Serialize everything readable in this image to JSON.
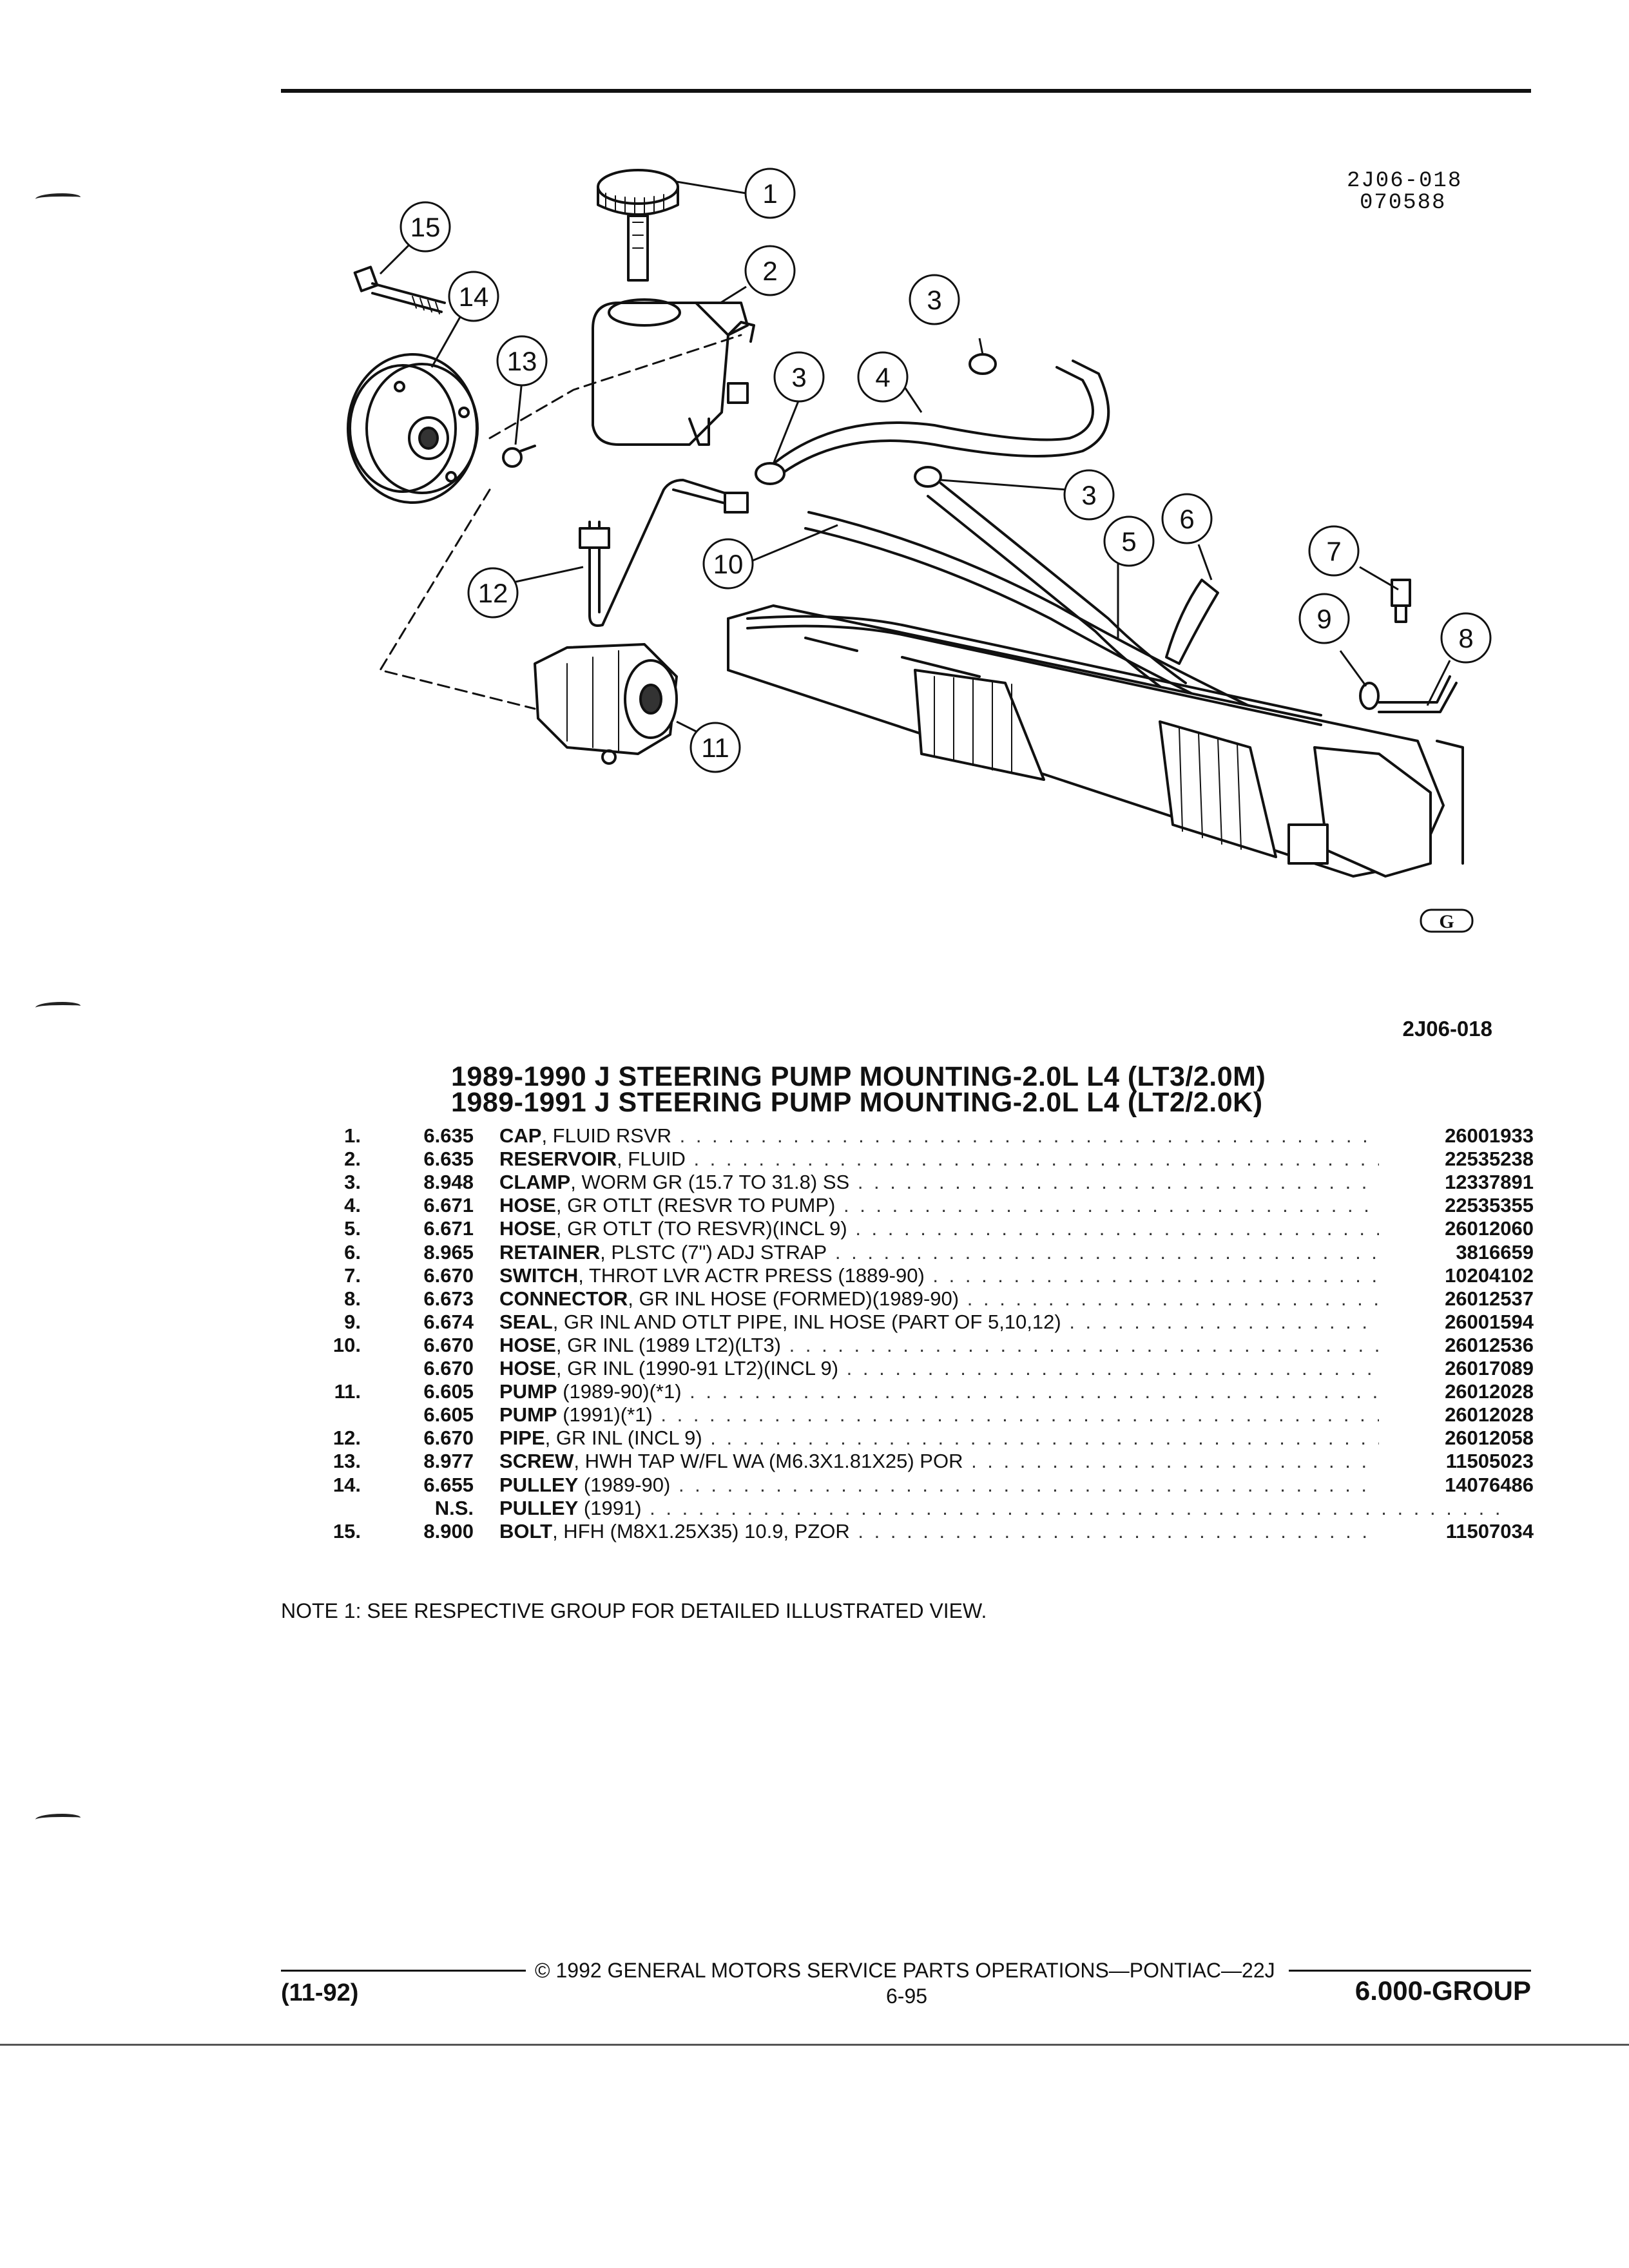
{
  "figure": {
    "ref_code": "2J06-018",
    "ref_date": "070588",
    "caption_code": "2J06-018",
    "logo_text": "G",
    "callouts": [
      "1",
      "2",
      "3",
      "3",
      "3",
      "4",
      "5",
      "6",
      "7",
      "8",
      "9",
      "10",
      "11",
      "12",
      "13",
      "14",
      "15"
    ]
  },
  "headings": [
    "1989-1990 J STEERING PUMP MOUNTING-2.0L L4 (LT3/2.0M)",
    "1989-1991 J STEERING PUMP MOUNTING-2.0L L4 (LT2/2.0K)"
  ],
  "parts": [
    {
      "item": "1.",
      "catalog": "6.635",
      "name": "CAP",
      "detail": ", FLUID RSVR",
      "part_no": "26001933"
    },
    {
      "item": "2.",
      "catalog": "6.635",
      "name": "RESERVOIR",
      "detail": ", FLUID",
      "part_no": "22535238"
    },
    {
      "item": "3.",
      "catalog": "8.948",
      "name": "CLAMP",
      "detail": ", WORM GR (15.7 TO 31.8) SS",
      "part_no": "12337891"
    },
    {
      "item": "4.",
      "catalog": "6.671",
      "name": "HOSE",
      "detail": ", GR OTLT (RESVR TO PUMP)",
      "part_no": "22535355"
    },
    {
      "item": "5.",
      "catalog": "6.671",
      "name": "HOSE",
      "detail": ", GR OTLT (TO RESVR)(INCL 9)",
      "part_no": "26012060"
    },
    {
      "item": "6.",
      "catalog": "8.965",
      "name": "RETAINER",
      "detail": ", PLSTC (7\") ADJ STRAP",
      "part_no": "3816659"
    },
    {
      "item": "7.",
      "catalog": "6.670",
      "name": "SWITCH",
      "detail": ", THROT LVR ACTR PRESS (1889-90)",
      "part_no": "10204102"
    },
    {
      "item": "8.",
      "catalog": "6.673",
      "name": "CONNECTOR",
      "detail": ", GR INL HOSE (FORMED)(1989-90)",
      "part_no": "26012537"
    },
    {
      "item": "9.",
      "catalog": "6.674",
      "name": "SEAL",
      "detail": ", GR INL AND OTLT PIPE, INL HOSE (PART OF 5,10,12)",
      "part_no": "26001594"
    },
    {
      "item": "10.",
      "catalog": "6.670",
      "name": "HOSE",
      "detail": ", GR INL (1989 LT2)(LT3)",
      "part_no": "26012536"
    },
    {
      "item": "",
      "catalog": "6.670",
      "name": "HOSE",
      "detail": ", GR INL (1990-91 LT2)(INCL 9)",
      "part_no": "26017089"
    },
    {
      "item": "11.",
      "catalog": "6.605",
      "name": "PUMP",
      "detail": " (1989-90)(*1)",
      "part_no": "26012028"
    },
    {
      "item": "",
      "catalog": "6.605",
      "name": "PUMP",
      "detail": " (1991)(*1)",
      "part_no": "26012028"
    },
    {
      "item": "12.",
      "catalog": "6.670",
      "name": "PIPE",
      "detail": ", GR INL (INCL 9)",
      "part_no": "26012058"
    },
    {
      "item": "13.",
      "catalog": "8.977",
      "name": "SCREW",
      "detail": ", HWH TAP W/FL WA (M6.3X1.81X25) POR",
      "part_no": "11505023"
    },
    {
      "item": "14.",
      "catalog": "6.655",
      "name": "PULLEY",
      "detail": " (1989-90)",
      "part_no": "14076486"
    },
    {
      "item": "",
      "catalog": "N.S.",
      "name": "PULLEY",
      "detail": " (1991)",
      "part_no": ""
    },
    {
      "item": "15.",
      "catalog": "8.900",
      "name": "BOLT",
      "detail": ", HFH (M8X1.25X35) 10.9, PZOR",
      "part_no": "11507034"
    }
  ],
  "note": "NOTE  1:  SEE RESPECTIVE GROUP FOR DETAILED ILLUSTRATED VIEW.",
  "footer": {
    "date": "(11-92)",
    "copyright": "© 1992 GENERAL MOTORS SERVICE PARTS OPERATIONS—PONTIAC—22J",
    "page": "6-95",
    "group": "6.000-GROUP"
  }
}
